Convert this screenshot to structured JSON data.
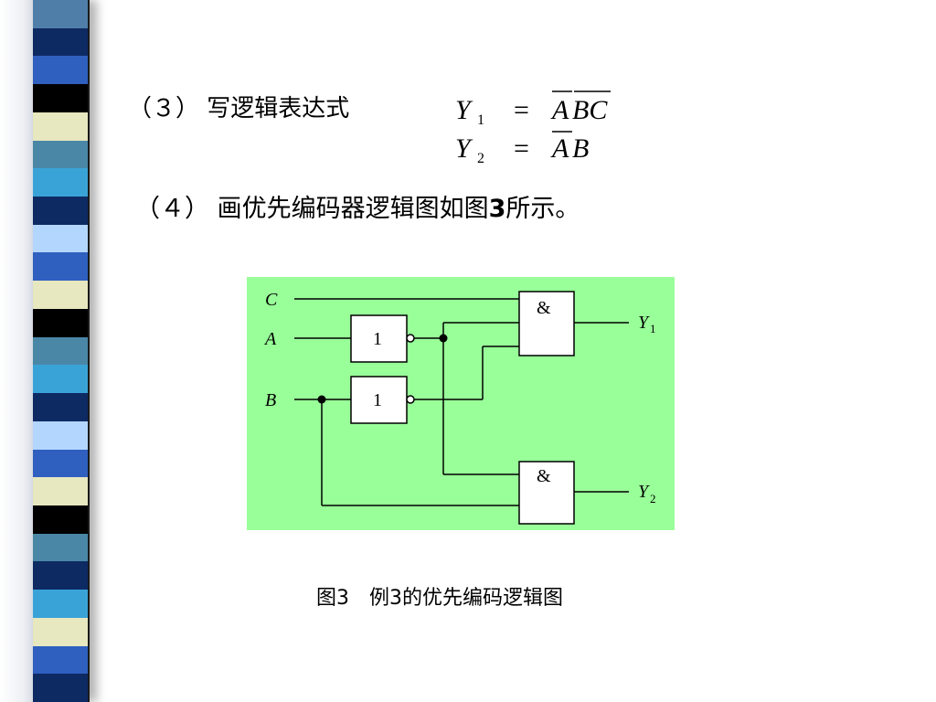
{
  "slide": {
    "step3_label": "（３） 写逻辑表达式",
    "step4_prefix": "（４） 画优先编码器逻辑图如图",
    "step4_fig_num": "3",
    "step4_suffix": "所示。",
    "caption": "图3　例3的优先编码逻辑图"
  },
  "formulas": {
    "y1": {
      "lhs": "Y",
      "sub": "1",
      "eq": "=",
      "overbar": "A",
      "rest": "BC"
    },
    "y2": {
      "lhs": "Y",
      "sub": "2",
      "eq": "=",
      "overbar": "A",
      "rest": "B"
    }
  },
  "diagram": {
    "background": "#99ff99",
    "inputs": [
      "C",
      "A",
      "B"
    ],
    "not_gate_label": "1",
    "and_gate_label": "&",
    "outputs": [
      {
        "name": "Y",
        "sub": "1"
      },
      {
        "name": "Y",
        "sub": "2"
      }
    ]
  },
  "stripe_colors": [
    "#4f7fa8",
    "#0e2a63",
    "#2f5fbf",
    "#000000",
    "#e7e7c0",
    "#4a87a6",
    "#39a3d8",
    "#0e2a63",
    "#b3d6ff",
    "#2f5fbf",
    "#e7e7c0",
    "#000000",
    "#4a87a6",
    "#39a3d8",
    "#0e2a63",
    "#b3d6ff",
    "#2f5fbf",
    "#e7e7c0",
    "#000000",
    "#4a87a6",
    "#0e2a63",
    "#39a3d8",
    "#e7e7c0",
    "#2f5fbf",
    "#0e2a63"
  ]
}
